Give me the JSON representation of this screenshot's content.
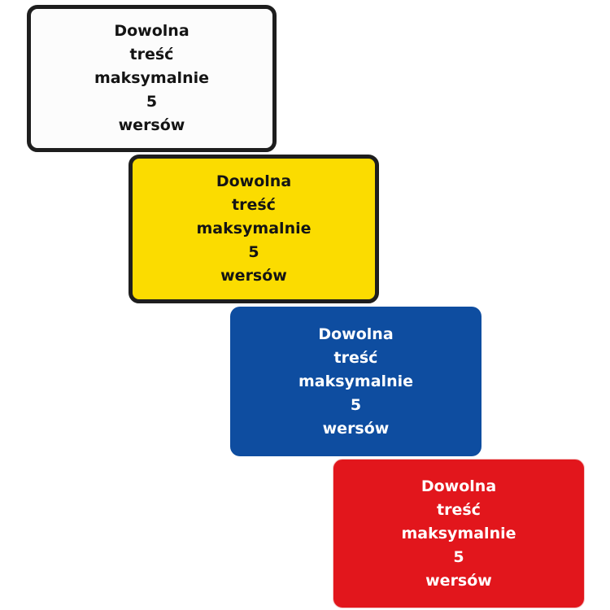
{
  "signs": [
    {
      "variant": "white",
      "background": "#fcfcfc",
      "text_color": "#141414",
      "border_color": "#1e1e1e",
      "lines": [
        "Dowolna",
        "treść",
        "maksymalnie",
        "5",
        "wersów"
      ]
    },
    {
      "variant": "yellow",
      "background": "#fbdc00",
      "text_color": "#141414",
      "border_color": "#1e1e1e",
      "lines": [
        "Dowolna",
        "treść",
        "maksymalnie",
        "5",
        "wersów"
      ]
    },
    {
      "variant": "blue",
      "background": "#0e4da0",
      "text_color": "#ffffff",
      "lines": [
        "Dowolna",
        "treść",
        "maksymalnie",
        "5",
        "wersów"
      ]
    },
    {
      "variant": "red",
      "background": "#e2161c",
      "text_color": "#ffffff",
      "lines": [
        "Dowolna",
        "treść",
        "maksymalnie",
        "5",
        "wersów"
      ]
    }
  ]
}
